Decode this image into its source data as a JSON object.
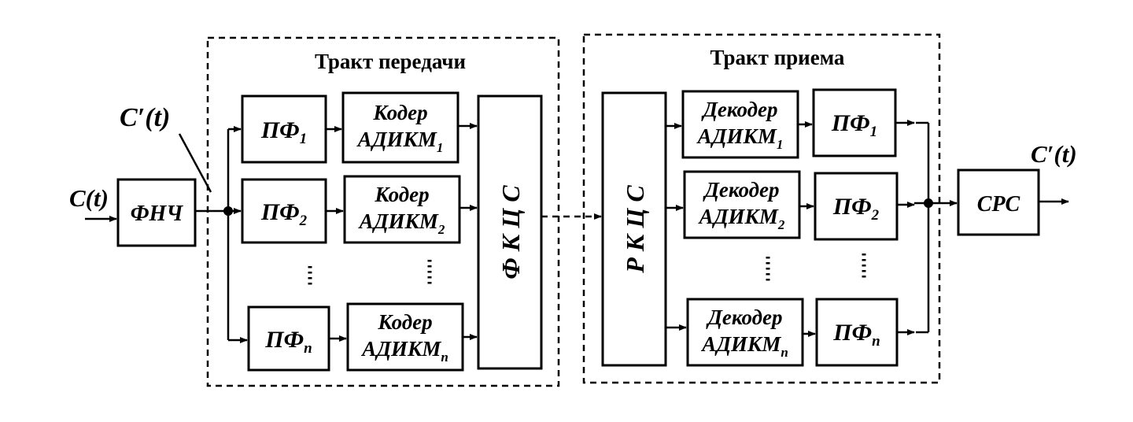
{
  "input_signal": "C(t)",
  "filtered_signal": "C′(t)",
  "output_signal": "C′(t)",
  "lpf": "ФНЧ",
  "tx": {
    "title": "Тракт передачи",
    "filters": [
      {
        "base": "ПФ",
        "sub": "1"
      },
      {
        "base": "ПФ",
        "sub": "2"
      },
      {
        "base": "ПФ",
        "sub": "n"
      }
    ],
    "coders": [
      {
        "line1": "Кодер",
        "base": "АДИКМ",
        "sub": "1"
      },
      {
        "line1": "Кодер",
        "base": "АДИКМ",
        "sub": "2"
      },
      {
        "line1": "Кодер",
        "base": "АДИКМ",
        "sub": "n"
      }
    ],
    "former": "Ф К Ц С"
  },
  "rx": {
    "title": "Тракт приема",
    "splitter": "Р К Ц С",
    "decoders": [
      {
        "line1": "Декодер",
        "base": "АДИКМ",
        "sub": "1"
      },
      {
        "line1": "Декодер",
        "base": "АДИКМ",
        "sub": "2"
      },
      {
        "line1": "Декодер",
        "base": "АДИКМ",
        "sub": "n"
      }
    ],
    "filters": [
      {
        "base": "ПФ",
        "sub": "1"
      },
      {
        "base": "ПФ",
        "sub": "2"
      },
      {
        "base": "ПФ",
        "sub": "n"
      }
    ]
  },
  "combiner": "СРС"
}
